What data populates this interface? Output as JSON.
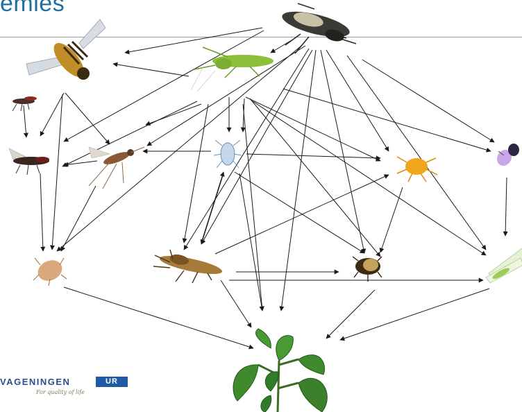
{
  "slide": {
    "title": "emies"
  },
  "logo": {
    "wordmark": "VAGENINGEN",
    "box_text": "UR",
    "tagline": "For quality of life",
    "brand_color": "#2a4e8c",
    "box_color": "#1f5aa6"
  },
  "colors": {
    "title": "#1f6f9f",
    "arrow": "#1a1a1a",
    "leaf": "#2f7d2a",
    "rule": "#9a9a9a"
  },
  "organisms": [
    {
      "id": "predatory-bug",
      "icon": "shield-bug-icon"
    },
    {
      "id": "hoverfly",
      "icon": "hoverfly-icon"
    },
    {
      "id": "green-grasshopper",
      "icon": "grasshopper-icon"
    },
    {
      "id": "small-wasp",
      "icon": "parasitoid-wasp-icon"
    },
    {
      "id": "dark-wasp",
      "icon": "parasitoid-wasp-icon"
    },
    {
      "id": "gall-midge",
      "icon": "gall-midge-icon"
    },
    {
      "id": "predatory-mite",
      "icon": "mite-icon"
    },
    {
      "id": "orange-mite",
      "icon": "spider-mite-icon"
    },
    {
      "id": "purple-fly",
      "icon": "whitefly-icon"
    },
    {
      "id": "aphid",
      "icon": "aphid-icon"
    },
    {
      "id": "thrips-predator",
      "icon": "bug-icon"
    },
    {
      "id": "brown-beetle",
      "icon": "beetle-icon"
    },
    {
      "id": "green-lacewing",
      "icon": "lacewing-icon"
    },
    {
      "id": "plant",
      "icon": "plant-icon"
    }
  ]
}
